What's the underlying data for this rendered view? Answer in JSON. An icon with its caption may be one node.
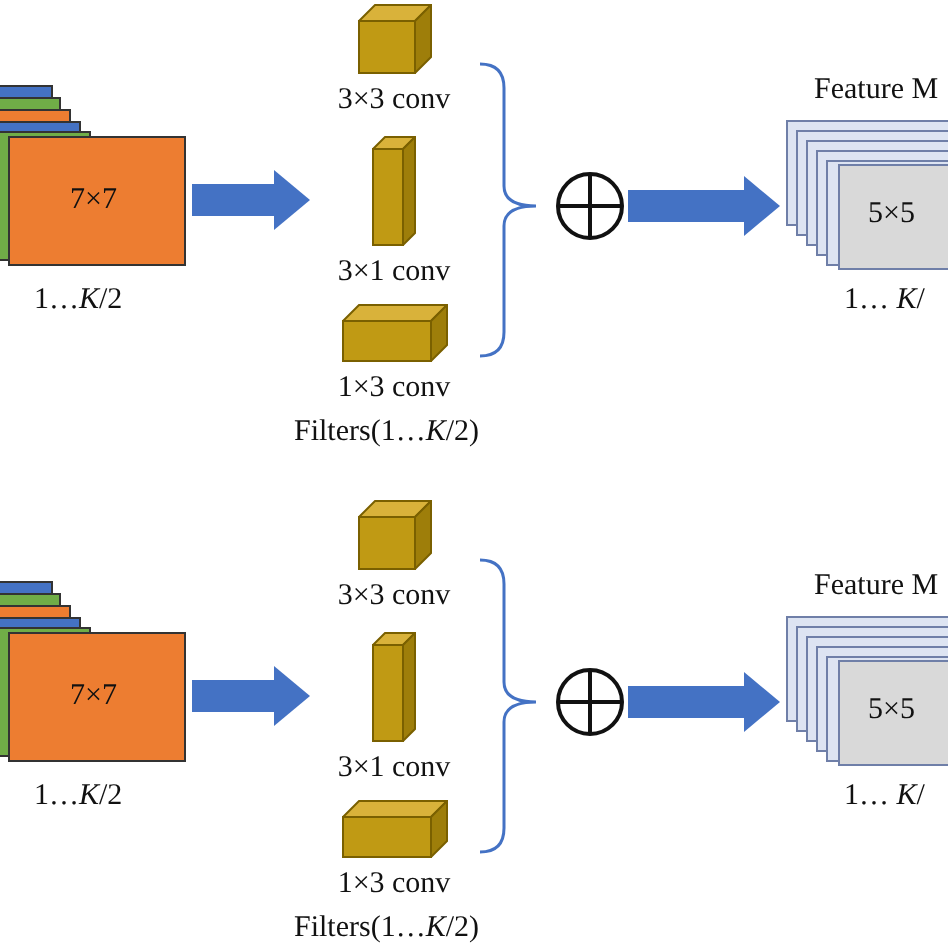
{
  "diagram": {
    "nodes": [
      {
        "text": [
          "7×7"
        ],
        "beside": [
          "1…*K*/2"
        ]
      },
      {
        "text": [
          "3×3 conv"
        ]
      },
      {
        "text": [
          "3×1 conv"
        ]
      },
      {
        "text": [
          "1×3 conv"
        ]
      },
      {
        "text": [],
        "shape": "circle"
      },
      {
        "text": [
          "5×5"
        ],
        "beside": [
          "Feature M",
          "1… *K*/"
        ]
      },
      {
        "text": [
          "7×7"
        ],
        "beside": [
          "1…*K*/2"
        ]
      },
      {
        "text": [
          "3×3 conv"
        ]
      },
      {
        "text": [
          "3×1 conv"
        ]
      },
      {
        "text": [
          "1×3 conv"
        ]
      },
      {
        "text": [],
        "shape": "circle"
      },
      {
        "text": [
          "5×5"
        ],
        "beside": [
          "Feature M",
          "1… *K*/"
        ]
      }
    ],
    "edges": [
      {
        "from": 0,
        "to": 2,
        "arrow": "to"
      },
      {
        "from": 4,
        "to": 5,
        "arrow": "to"
      },
      {
        "from": 6,
        "to": 8,
        "arrow": "to"
      },
      {
        "from": 10,
        "to": 11,
        "arrow": "to"
      }
    ],
    "labels": [
      "Filters(1…*K*/2)",
      "Filters(1…*K*/2)"
    ]
  }
}
